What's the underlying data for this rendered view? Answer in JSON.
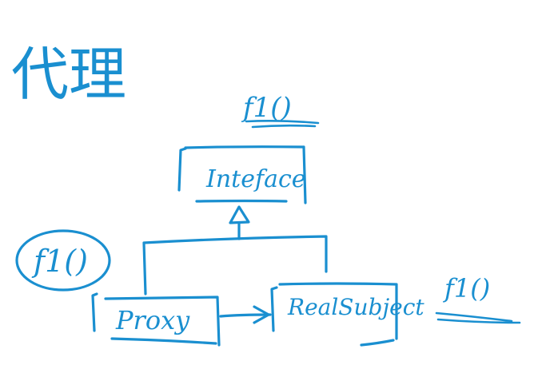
{
  "title": "代理",
  "interface": {
    "label": "Inteface",
    "method": "f1()"
  },
  "proxy": {
    "label": "Proxy",
    "method": "f1()"
  },
  "real_subject": {
    "label": "RealSubject",
    "method": "f1()"
  },
  "colors": {
    "ink": "#1a8fd0",
    "background": "#ffffff"
  }
}
